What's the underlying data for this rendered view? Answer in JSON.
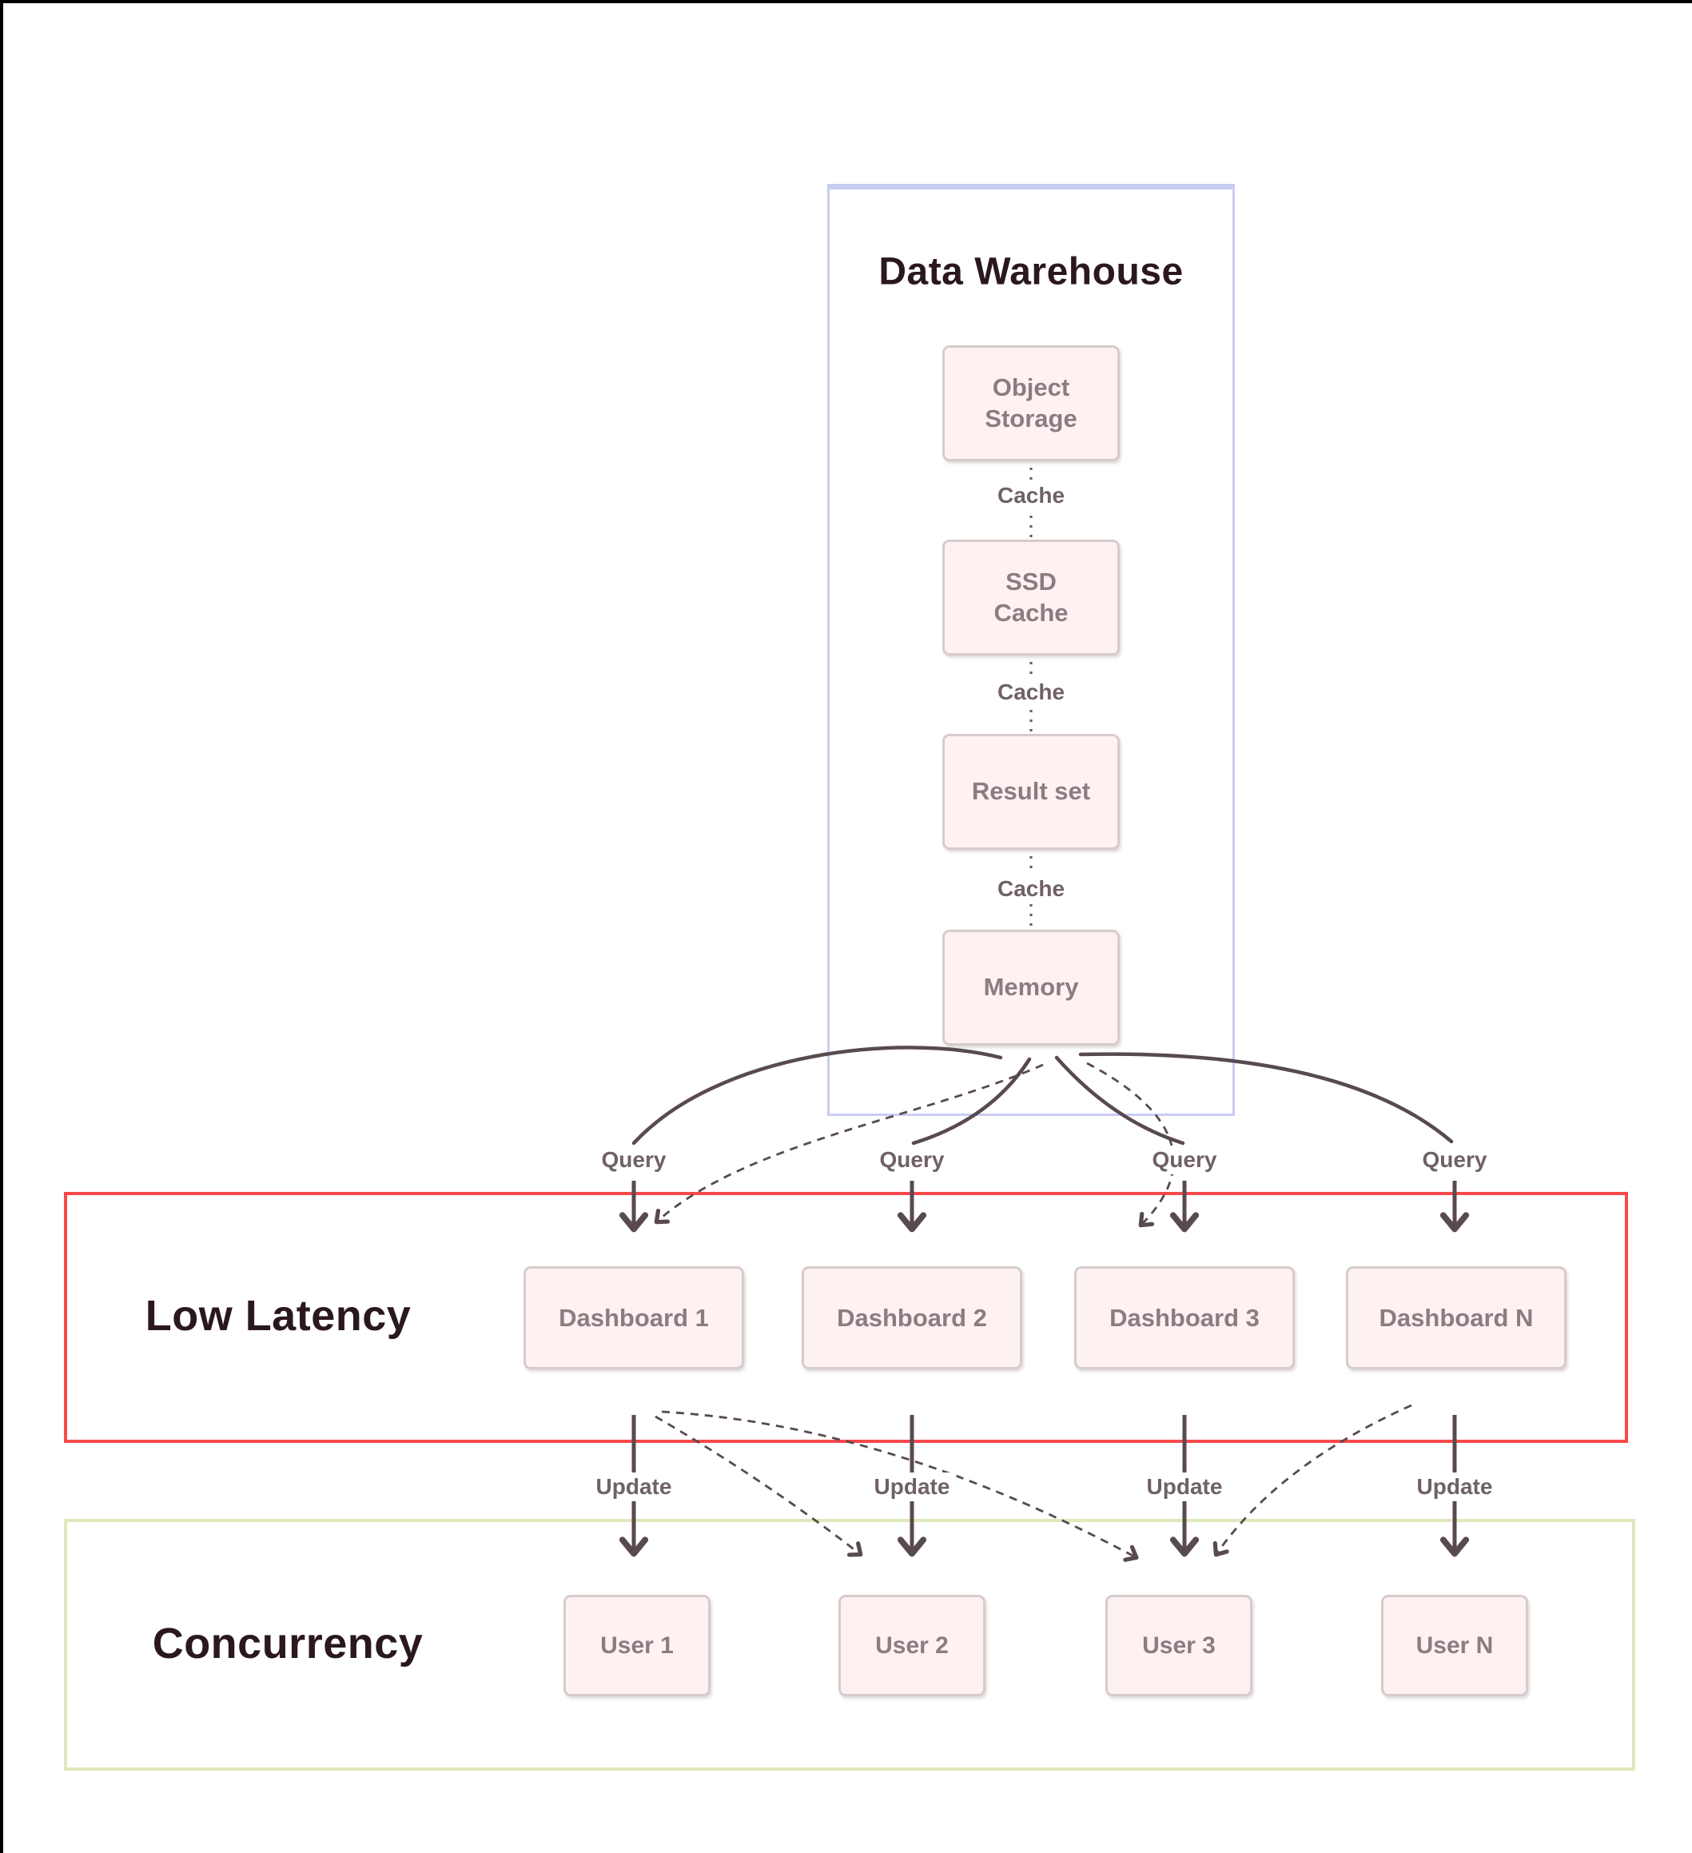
{
  "diagram": {
    "warehouse": {
      "title": "Data Warehouse",
      "edge_label": "Cache",
      "border_color": "#c9cdf3",
      "nodes": [
        {
          "label": "Object\nStorage"
        },
        {
          "label": "SSD\nCache"
        },
        {
          "label": "Result set"
        },
        {
          "label": "Memory"
        }
      ]
    },
    "low_latency": {
      "title": "Low Latency",
      "edge_label": "Query",
      "border_color": "#f8494b",
      "nodes": [
        {
          "label": "Dashboard 1"
        },
        {
          "label": "Dashboard 2"
        },
        {
          "label": "Dashboard 3"
        },
        {
          "label": "Dashboard N"
        }
      ]
    },
    "concurrency": {
      "title": "Concurrency",
      "edge_label": "Update",
      "border_color": "#dfe9ba",
      "nodes": [
        {
          "label": "User 1"
        },
        {
          "label": "User 2"
        },
        {
          "label": "User 3"
        },
        {
          "label": "User N"
        }
      ]
    },
    "colors": {
      "node_fill": "#fdf1f1",
      "node_border": "#d8cbcb",
      "node_text": "#8b7c82",
      "edge_label_text": "#6f6165",
      "arrow": "#584a4d",
      "title_text": "#2b181d",
      "page_edge": "#000000"
    }
  }
}
